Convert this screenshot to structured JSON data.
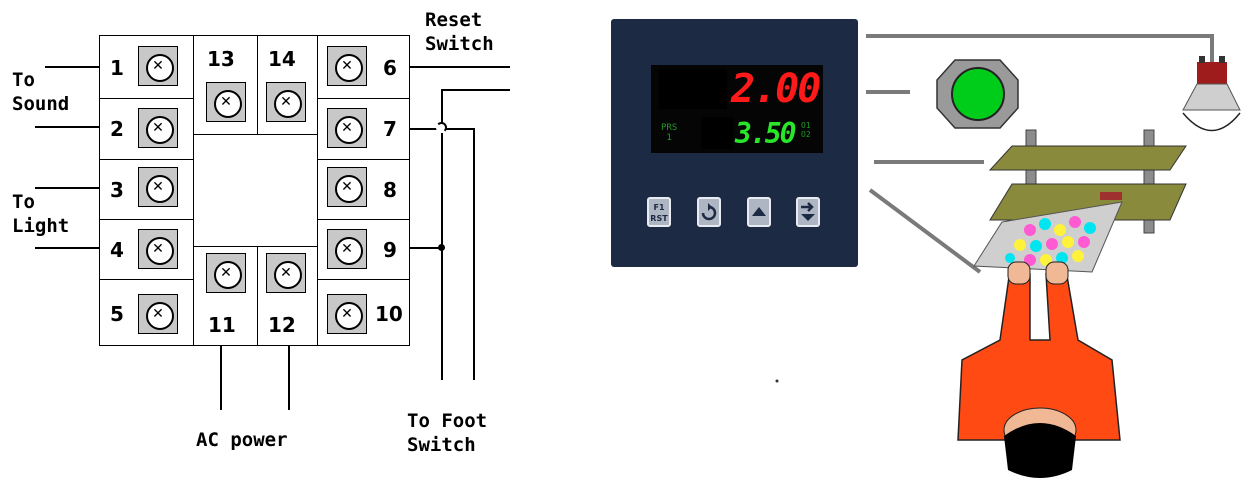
{
  "labels": {
    "to_sound": "To\nSound",
    "to_light": "To\nLight",
    "reset_switch": "Reset\nSwitch",
    "ac_power": "AC power",
    "to_foot_switch": "To Foot\nSwitch"
  },
  "terminals": {
    "t1": "1",
    "t2": "2",
    "t3": "3",
    "t4": "4",
    "t5": "5",
    "t6": "6",
    "t7": "7",
    "t8": "8",
    "t9": "9",
    "t10": "10",
    "t11": "11",
    "t12": "12",
    "t13": "13",
    "t14": "14"
  },
  "controller": {
    "top_display": "2.00",
    "bottom_display": "3.50",
    "prs_label": "PRS\n1",
    "output_labels": "O1\nO2",
    "btn_f1": "F1\nRST",
    "btn_cycle_icon": "cycle-arrow-icon",
    "btn_up_icon": "up-arrow-icon",
    "btn_enter_icon": "enter-arrow-icon"
  },
  "colors": {
    "controller_body": "#1d2a44",
    "led_red": "#ff1a1a",
    "led_green": "#28e628",
    "indicator_green": "#00cc1a",
    "press_plate": "#8a8a3c",
    "operator_shirt": "#ff4a14"
  }
}
